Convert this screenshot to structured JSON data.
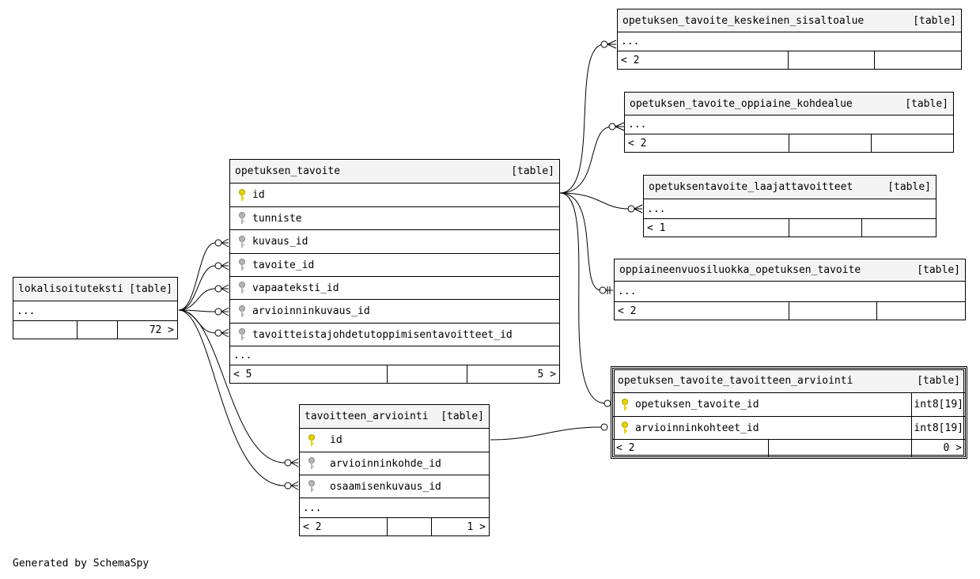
{
  "footer_text": "Generated by SchemaSpy",
  "tables": {
    "keskeinen": {
      "name": "opetuksen_tavoite_keskeinen_sisaltoalue",
      "tag": "[table]",
      "more": "...",
      "foot": [
        "< 2",
        "",
        ""
      ]
    },
    "kohdealue": {
      "name": "opetuksen_tavoite_oppiaine_kohdealue",
      "tag": "[table]",
      "more": "...",
      "foot": [
        "< 2",
        "",
        ""
      ]
    },
    "laaja": {
      "name": "opetuksentavoite_laajattavoitteet",
      "tag": "[table]",
      "more": "...",
      "foot": [
        "< 1",
        "",
        ""
      ]
    },
    "vuosiluokka": {
      "name": "oppiaineenvuosiluokka_opetuksen_tavoite",
      "tag": "[table]",
      "more": "...",
      "foot": [
        "< 2",
        "",
        ""
      ]
    },
    "tavoite": {
      "name": "opetuksen_tavoite",
      "tag": "[table]",
      "columns": [
        "id",
        "tunniste",
        "kuvaus_id",
        "tavoite_id",
        "vapaateksti_id",
        "arvioinninkuvaus_id",
        "tavoitteistajohdetutoppimisentavoitteet_id"
      ],
      "more": "...",
      "foot": [
        "< 5",
        "",
        "5 >"
      ]
    },
    "lokalisoitu": {
      "name": "lokalisoituteksti",
      "tag": "[table]",
      "more": "...",
      "foot": [
        "",
        "",
        "72 >"
      ]
    },
    "arviointi": {
      "name": "tavoitteen_arviointi",
      "tag": "[table]",
      "columns": [
        "id",
        "arvioinninkohde_id",
        "osaamisenkuvaus_id"
      ],
      "more": "...",
      "foot": [
        "< 2",
        "",
        "1 >"
      ]
    },
    "tavarviointi": {
      "name": "opetuksen_tavoite_tavoitteen_arviointi",
      "tag": "[table]",
      "columns": [
        "opetuksen_tavoite_id",
        "arvioinninkohteet_id"
      ],
      "types": [
        "int8[19]",
        "int8[19]"
      ],
      "foot": [
        "< 2",
        "",
        "0 >"
      ]
    }
  }
}
